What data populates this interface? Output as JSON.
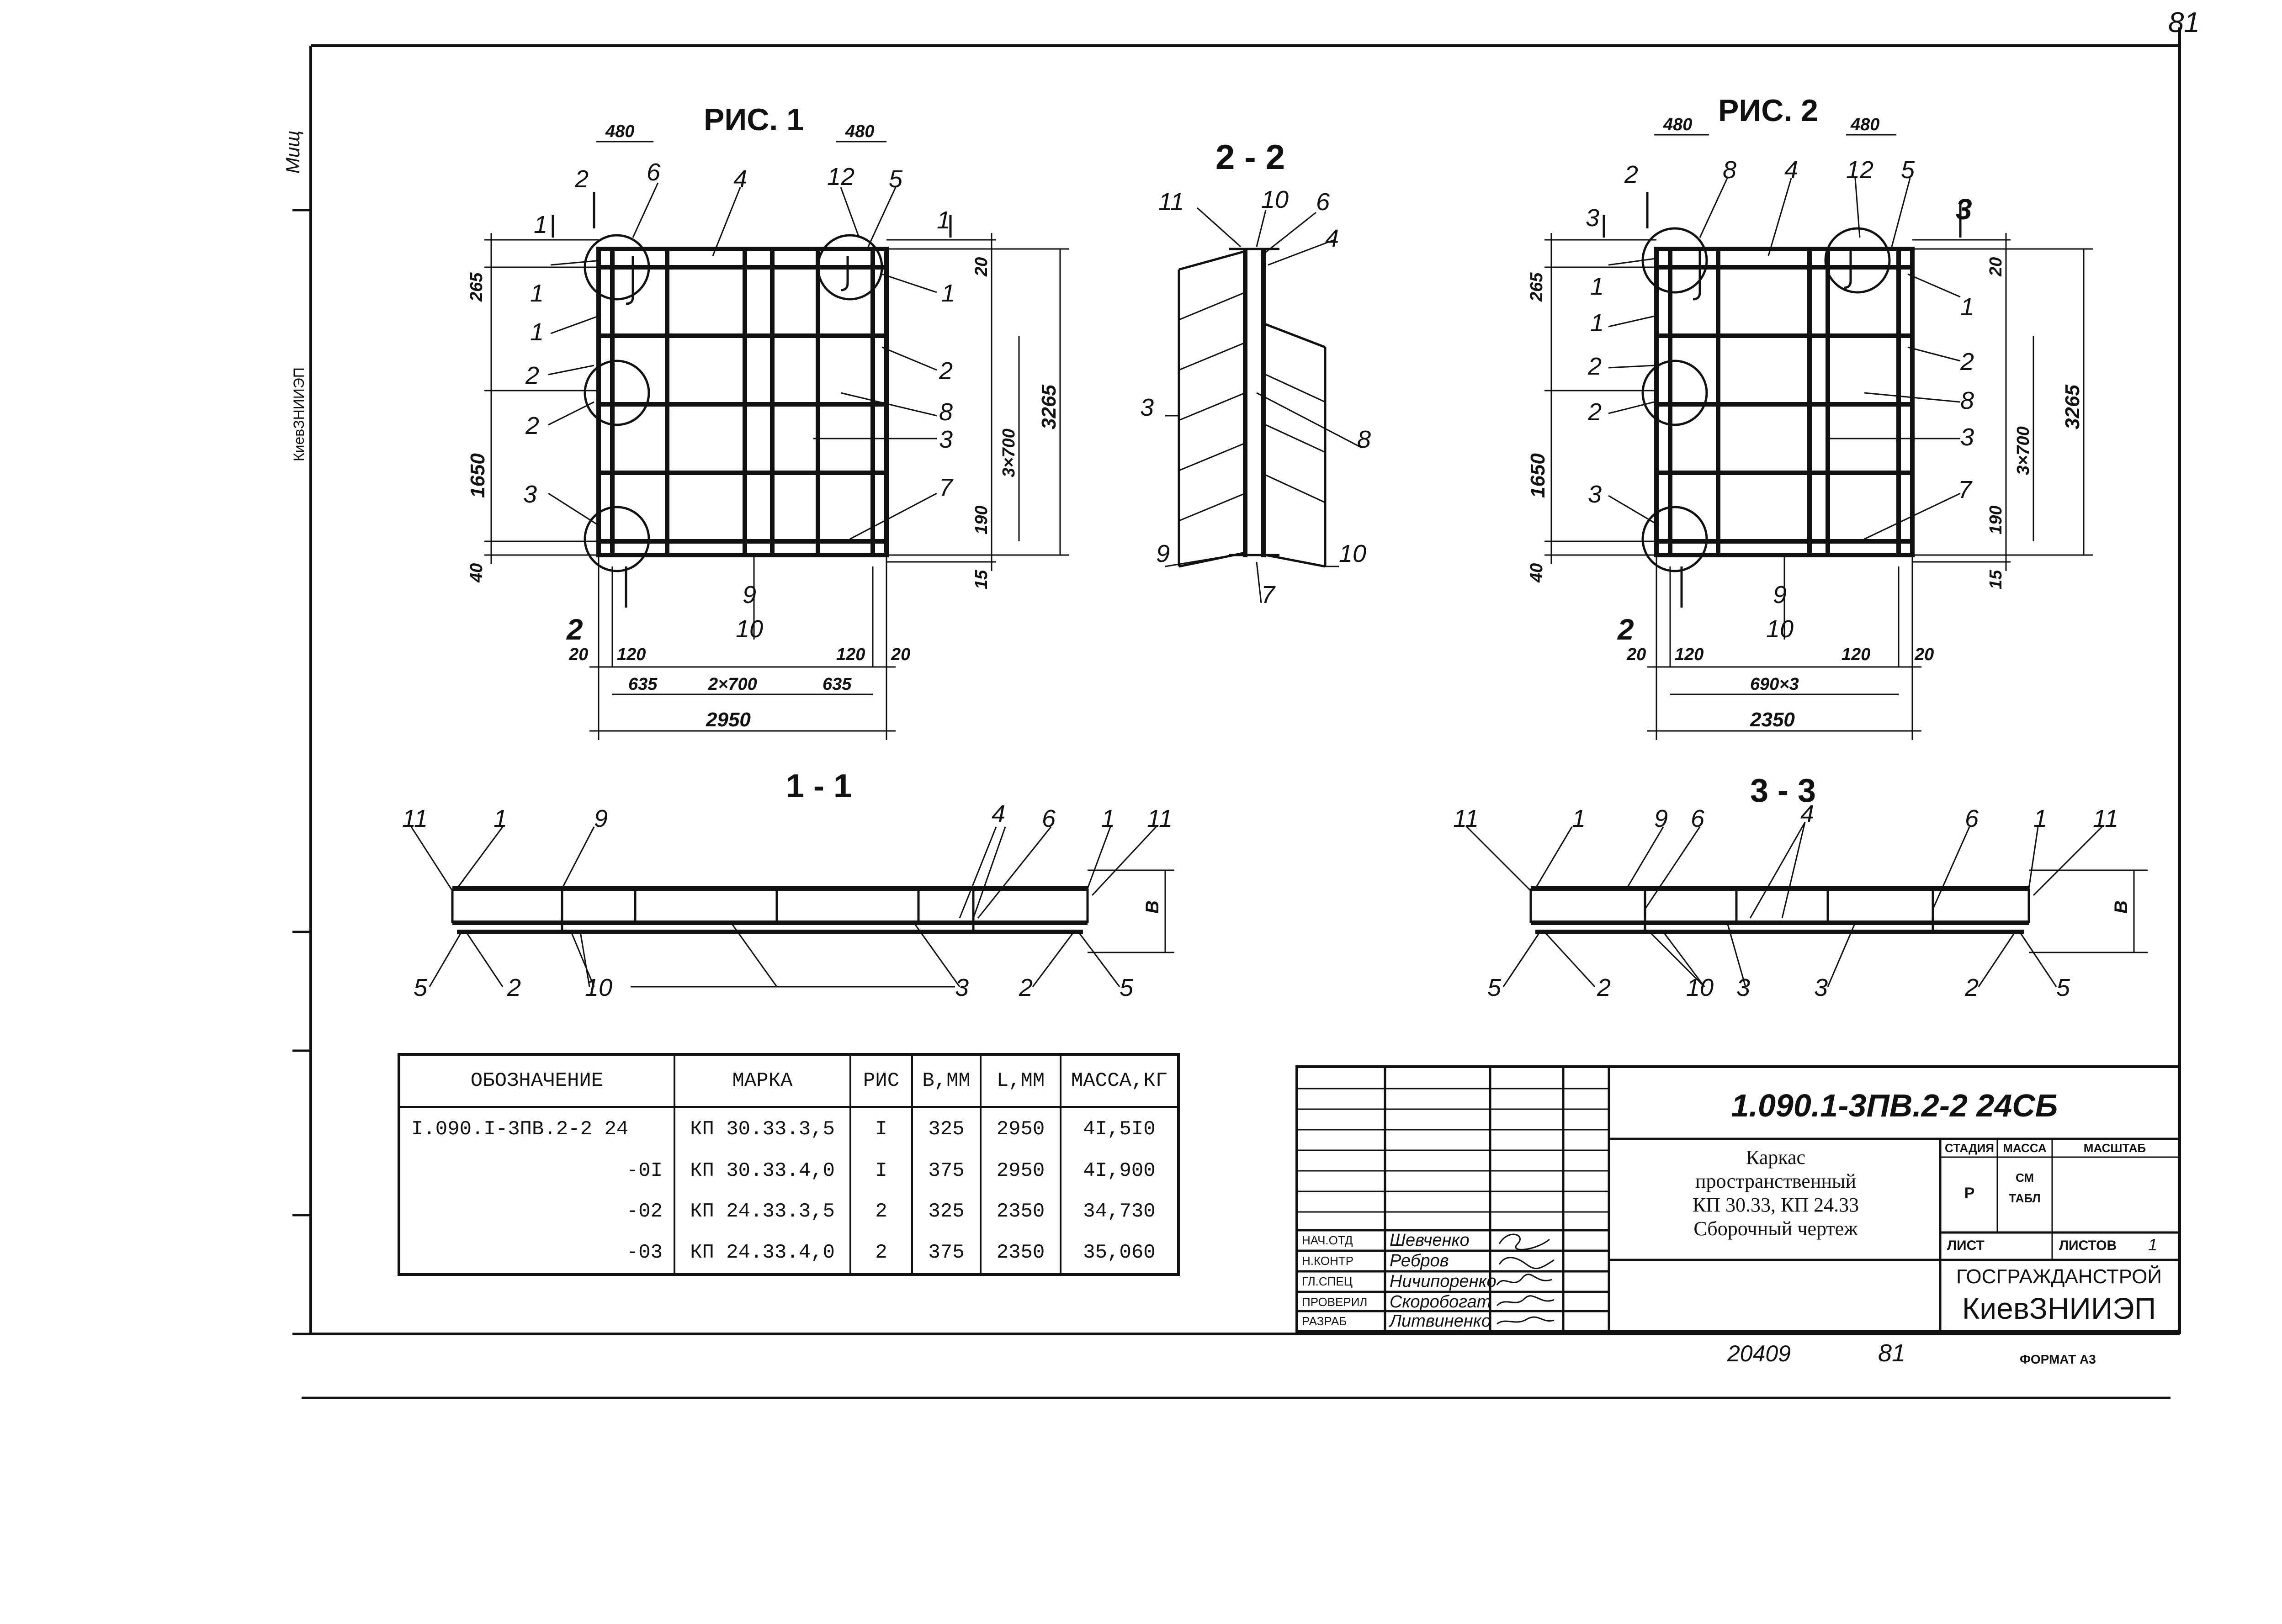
{
  "sheet": {
    "corner_number": "81",
    "margin_archive_text": "КиевЗНИИЭП",
    "margin_signature": "Мищ"
  },
  "figures": {
    "fig1": "РИС. 1",
    "fig2": "РИС. 2",
    "sec22": "2 - 2",
    "sec11": "1 - 1",
    "sec33": "3 - 3"
  },
  "fig1_dims": {
    "d480a": "480",
    "d480b": "480",
    "d265": "265",
    "d1650": "1650",
    "d40": "40",
    "d20top": "20",
    "d3x700": "3×700",
    "d3265": "3265",
    "d190": "190",
    "d15": "15",
    "d20a": "20",
    "d120a": "120",
    "d120b": "120",
    "d20b": "20",
    "d635a": "635",
    "d2x700": "2×700",
    "d635b": "635",
    "d2950": "2950"
  },
  "fig2_dims": {
    "d480a": "480",
    "d480b": "480",
    "d265": "265",
    "d1650": "1650",
    "d40": "40",
    "d20top": "20",
    "d3x700": "3×700",
    "d3265": "3265",
    "d190": "190",
    "d15": "15",
    "d20a": "20",
    "d120a": "120",
    "d120b": "120",
    "d20b": "20",
    "d690x3": "690×3",
    "d2350": "2350"
  },
  "sections": {
    "dimB": "B"
  },
  "spec_table": {
    "headers": [
      "ОБОЗНАЧЕНИЕ",
      "МАРКА",
      "РИС",
      "B,ММ",
      "L,ММ",
      "МАССА,КГ"
    ],
    "rows": [
      [
        "I.090.I-3ПВ.2-2 24",
        "КП 30.33.3,5",
        "I",
        "325",
        "2950",
        "4I,5I0"
      ],
      [
        "-0I",
        "КП 30.33.4,0",
        "I",
        "375",
        "2950",
        "4I,900"
      ],
      [
        "-02",
        "КП 24.33.3,5",
        "2",
        "325",
        "2350",
        "34,730"
      ],
      [
        "-03",
        "КП 24.33.4,0",
        "2",
        "375",
        "2350",
        "35,060"
      ]
    ]
  },
  "title_block": {
    "code": "1.090.1-3ПВ.2-2   24СБ",
    "name_line1": "Каркас",
    "name_line2": "пространственный",
    "name_line3": "КП 30.33, КП 24.33",
    "name_line4": "Сборочный чертеж",
    "stage_label": "СТАДИЯ",
    "mass_label": "МАССА",
    "scale_label": "МАСШТАБ",
    "stage_value": "Р",
    "mass_value_1": "СМ",
    "mass_value_2": "ТАБЛ",
    "sheet_label": "ЛИСТ",
    "sheets_label": "ЛИСТОВ",
    "sheets_value": "1",
    "org1": "ГОСГРАЖДАНСТРОЙ",
    "org2": "КиевЗНИИЭП",
    "signers": [
      {
        "role": "НАЧ.ОТД",
        "name": "Шевченко"
      },
      {
        "role": "Н.КОНТР",
        "name": "Ребров"
      },
      {
        "role": "ГЛ.СПЕЦ",
        "name": "Ничипоренко"
      },
      {
        "role": "ПРОВЕРИЛ",
        "name": "Скоробогат"
      },
      {
        "role": "РАЗРАБ",
        "name": "Литвиненко"
      }
    ]
  },
  "footer": {
    "inv": "20409",
    "page": "81",
    "format": "ФОРМАТ А3"
  }
}
